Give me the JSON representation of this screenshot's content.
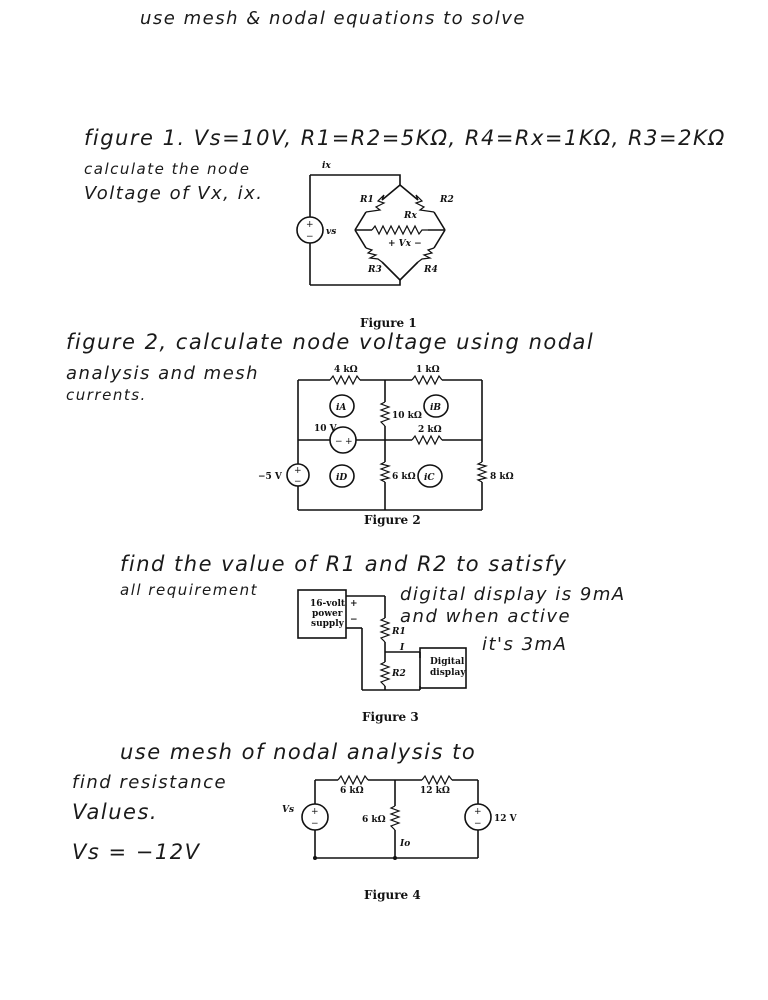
{
  "header_note": "use mesh & nodal equations to solve",
  "problem1": {
    "line1": "figure 1.  Vs=10V,  R1=R2=5KΩ,  R4=Rx=1KΩ,  R3=2KΩ",
    "line2": "calculate the node",
    "line3": "Voltage of Vx, ix.",
    "labels": {
      "ix": "ix",
      "vs": "vs",
      "r1": "R1",
      "r2": "R2",
      "rx": "Rx",
      "vx": "+ Vx −",
      "r3": "R3",
      "r4": "R4"
    },
    "caption": "Figure 1"
  },
  "problem2": {
    "line1": "figure 2, calculate node voltage using nodal",
    "line2": "analysis and mesh",
    "line3": "currents.",
    "labels": {
      "r4k": "4 kΩ",
      "r1k": "1 kΩ",
      "r10k": "10 kΩ",
      "r2k": "2 kΩ",
      "r6k": "6 kΩ",
      "r8k": "8 kΩ",
      "v10": "10 V",
      "vm5": "−5 V",
      "iA": "iA",
      "iB": "iB",
      "iC": "iC",
      "iD": "iD"
    },
    "caption": "Figure 2"
  },
  "problem3": {
    "line1": "find the value of R1 and R2 to satisfy",
    "line2": "all requirement",
    "line3": "digital display is 9mA",
    "line4": "and when active",
    "line5": "it's 3mA",
    "labels": {
      "supply": "16-volt power supply",
      "plus": "+",
      "minus": "−",
      "r1": "R1",
      "i": "I",
      "r2": "R2",
      "display": "Digital display"
    },
    "caption": "Figure 3"
  },
  "problem4": {
    "line1": "use mesh of nodal analysis to",
    "line2": "find resistance",
    "line3": "Values.",
    "line4": "Vs = −12V",
    "labels": {
      "r6a": "6 kΩ",
      "r12": "12 kΩ",
      "vs": "Vs",
      "r6b": "6 kΩ",
      "io": "Io",
      "v12": "12 V"
    },
    "caption": "Figure 4"
  }
}
